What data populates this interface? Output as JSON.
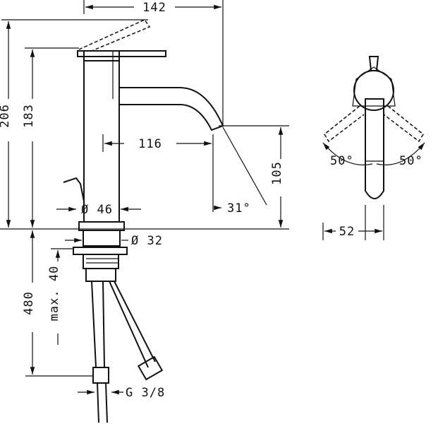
{
  "dimensions": {
    "width_top": "142",
    "height_total": "206",
    "height_body": "183",
    "spout_reach": "116",
    "body_diameter": "Ø 46",
    "spout_angle": "31°",
    "spout_height": "105",
    "thread_diameter": "Ø 32",
    "max_counter_thickness": "max. 40",
    "hose_length": "480",
    "connection_thread": "G 3/8",
    "lever_angle_left": "50°",
    "lever_angle_right": "50°",
    "lever_width": "52"
  }
}
